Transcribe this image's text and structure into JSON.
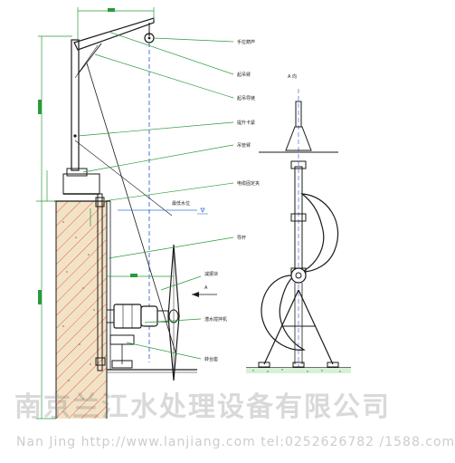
{
  "drawing": {
    "side_view_labels": [
      "手拉葫芦",
      "起吊臂",
      "起吊导链",
      "提升卡紧",
      "吊管臂",
      "电缆固定夹",
      "导杆",
      "最低水位",
      "减振块",
      "潜水搅拌机",
      "转台座"
    ],
    "front_view_title": "A 向",
    "view_arrow_letter": "A",
    "colors": {
      "line": "#1a1a1a",
      "leader": "#2a9a3a",
      "dimension": "#2a9a3a",
      "centerline": "#2255cc",
      "wall_hatch": "#e02020",
      "wall_fill": "#f3e3c6",
      "water": "#3a7ad0"
    }
  },
  "watermark": {
    "company_cn": "南京兰江水处理设备有限公司",
    "website": "Nan Jing http://www.lanjiang.com   tel:0252626782 /1588.com"
  }
}
